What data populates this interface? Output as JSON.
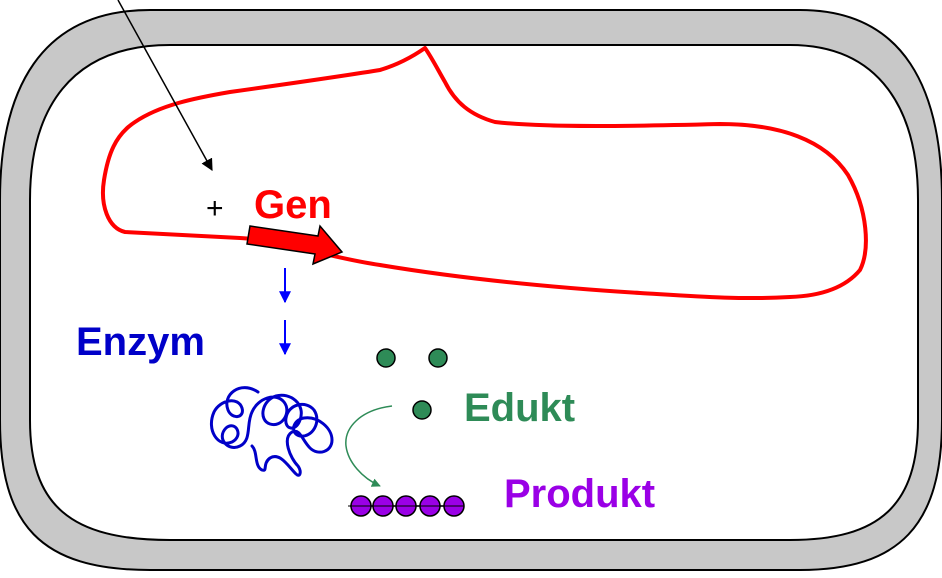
{
  "labels": {
    "plus": "+",
    "gen": "Gen",
    "enzym": "Enzym",
    "edukt": "Edukt",
    "produkt": "Produkt"
  },
  "colors": {
    "cell_wall": "#c8c8c8",
    "outline": "#000000",
    "plasmid": "#ff0000",
    "gene_arrow": "#ff0000",
    "pointer_arrow": "#000000",
    "enzyme": "#0000c8",
    "expression_arrows": "#0000ff",
    "edukt": "#2e8b57",
    "produkt": "#9a00e6",
    "plus_text": "#000000"
  },
  "counts": {
    "edukt_molecules": 3,
    "produkt_chain_beads": 5
  }
}
